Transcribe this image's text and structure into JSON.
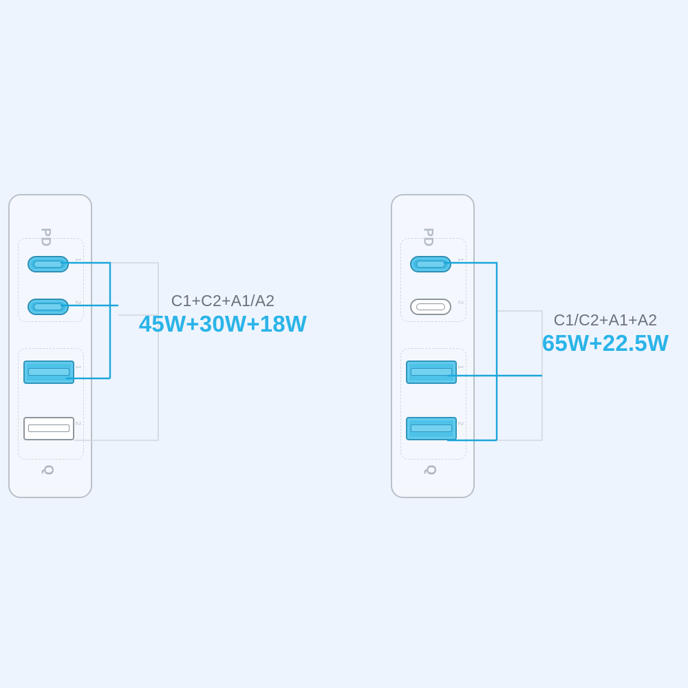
{
  "background_color": "#eef4fd",
  "accent_color": "#2ab4e8",
  "port_active_color": "#4ec2e8",
  "port_outline_color": "#8d959d",
  "panels": [
    {
      "id": "left",
      "silkscreen": {
        "pd": "PD",
        "qc": "Q"
      },
      "port_numbers": {
        "c1": "1",
        "c2": "2",
        "a1": "1",
        "a2": "2"
      },
      "ports": [
        {
          "name": "C1",
          "type": "usb-c",
          "state": "active"
        },
        {
          "name": "C2",
          "type": "usb-c",
          "state": "active"
        },
        {
          "name": "A1",
          "type": "usb-a",
          "state": "active"
        },
        {
          "name": "A2",
          "type": "usb-a",
          "state": "inactive"
        }
      ],
      "caption": {
        "combo": "C1+C2+A1/A2",
        "watt": "45W+30W+18W"
      }
    },
    {
      "id": "right",
      "silkscreen": {
        "pd": "PD",
        "qc": "Q"
      },
      "port_numbers": {
        "c1": "1",
        "c2": "2",
        "a1": "1",
        "a2": "2"
      },
      "ports": [
        {
          "name": "C1",
          "type": "usb-c",
          "state": "active"
        },
        {
          "name": "C2",
          "type": "usb-c",
          "state": "inactive"
        },
        {
          "name": "A1",
          "type": "usb-a",
          "state": "active"
        },
        {
          "name": "A2",
          "type": "usb-a",
          "state": "active"
        }
      ],
      "caption": {
        "combo": "C1/C2+A1+A2",
        "watt": "65W+22.5W"
      }
    }
  ]
}
